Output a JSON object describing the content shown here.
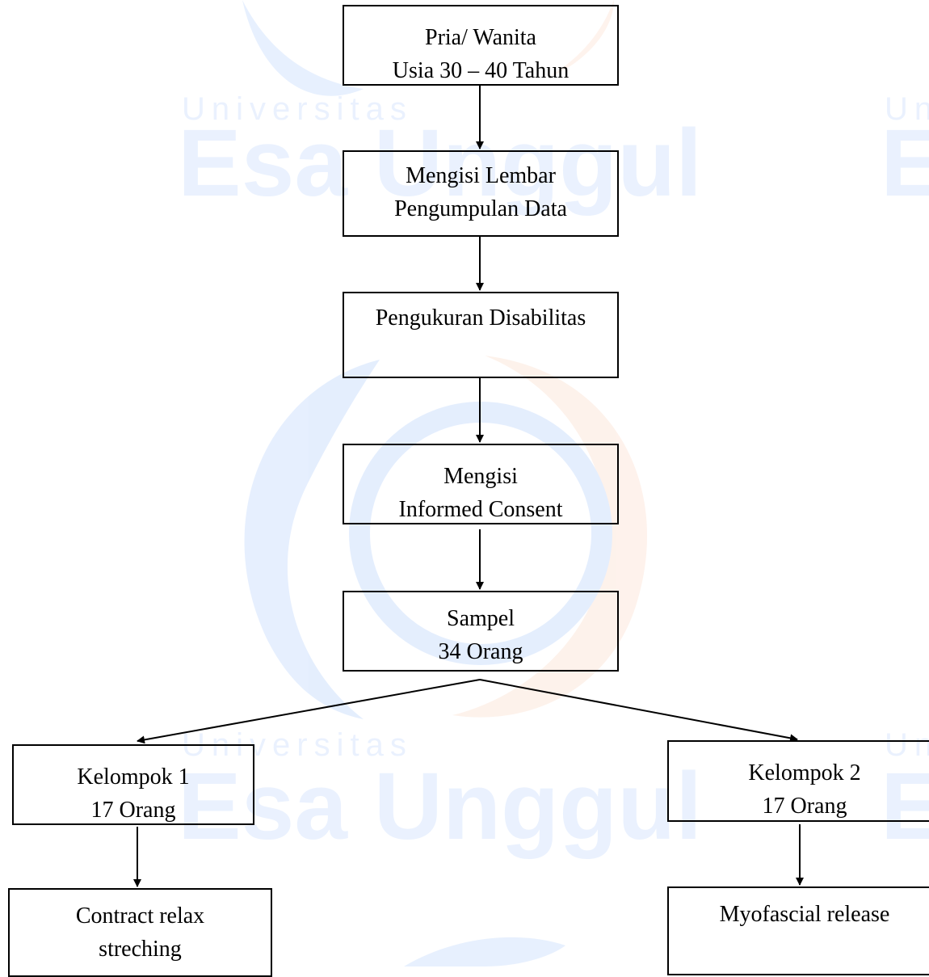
{
  "watermark": {
    "university_label": "Universitas",
    "name": "Esa Unggul",
    "colors": {
      "blue": "#3b82f6",
      "orange": "#f59e6b"
    }
  },
  "flowchart": {
    "steps": [
      {
        "line1": "Pria/ Wanita",
        "line2": "Usia 30 – 40 Tahun"
      },
      {
        "line1": "Mengisi Lembar",
        "line2": "Pengumpulan Data"
      },
      {
        "line1": "Pengukuran Disabilitas"
      },
      {
        "line1": "Mengisi",
        "line2": "Informed Consent"
      },
      {
        "line1": "Sampel",
        "line2": "34 Orang"
      }
    ],
    "groups": [
      {
        "line1": "Kelompok  1",
        "line2": "17 Orang"
      },
      {
        "line1": "Kelompok 2",
        "line2": "17 Orang"
      }
    ],
    "treatments": [
      {
        "line1": "Contract relax",
        "line2": "streching"
      },
      {
        "line1": "Myofascial release"
      }
    ]
  }
}
